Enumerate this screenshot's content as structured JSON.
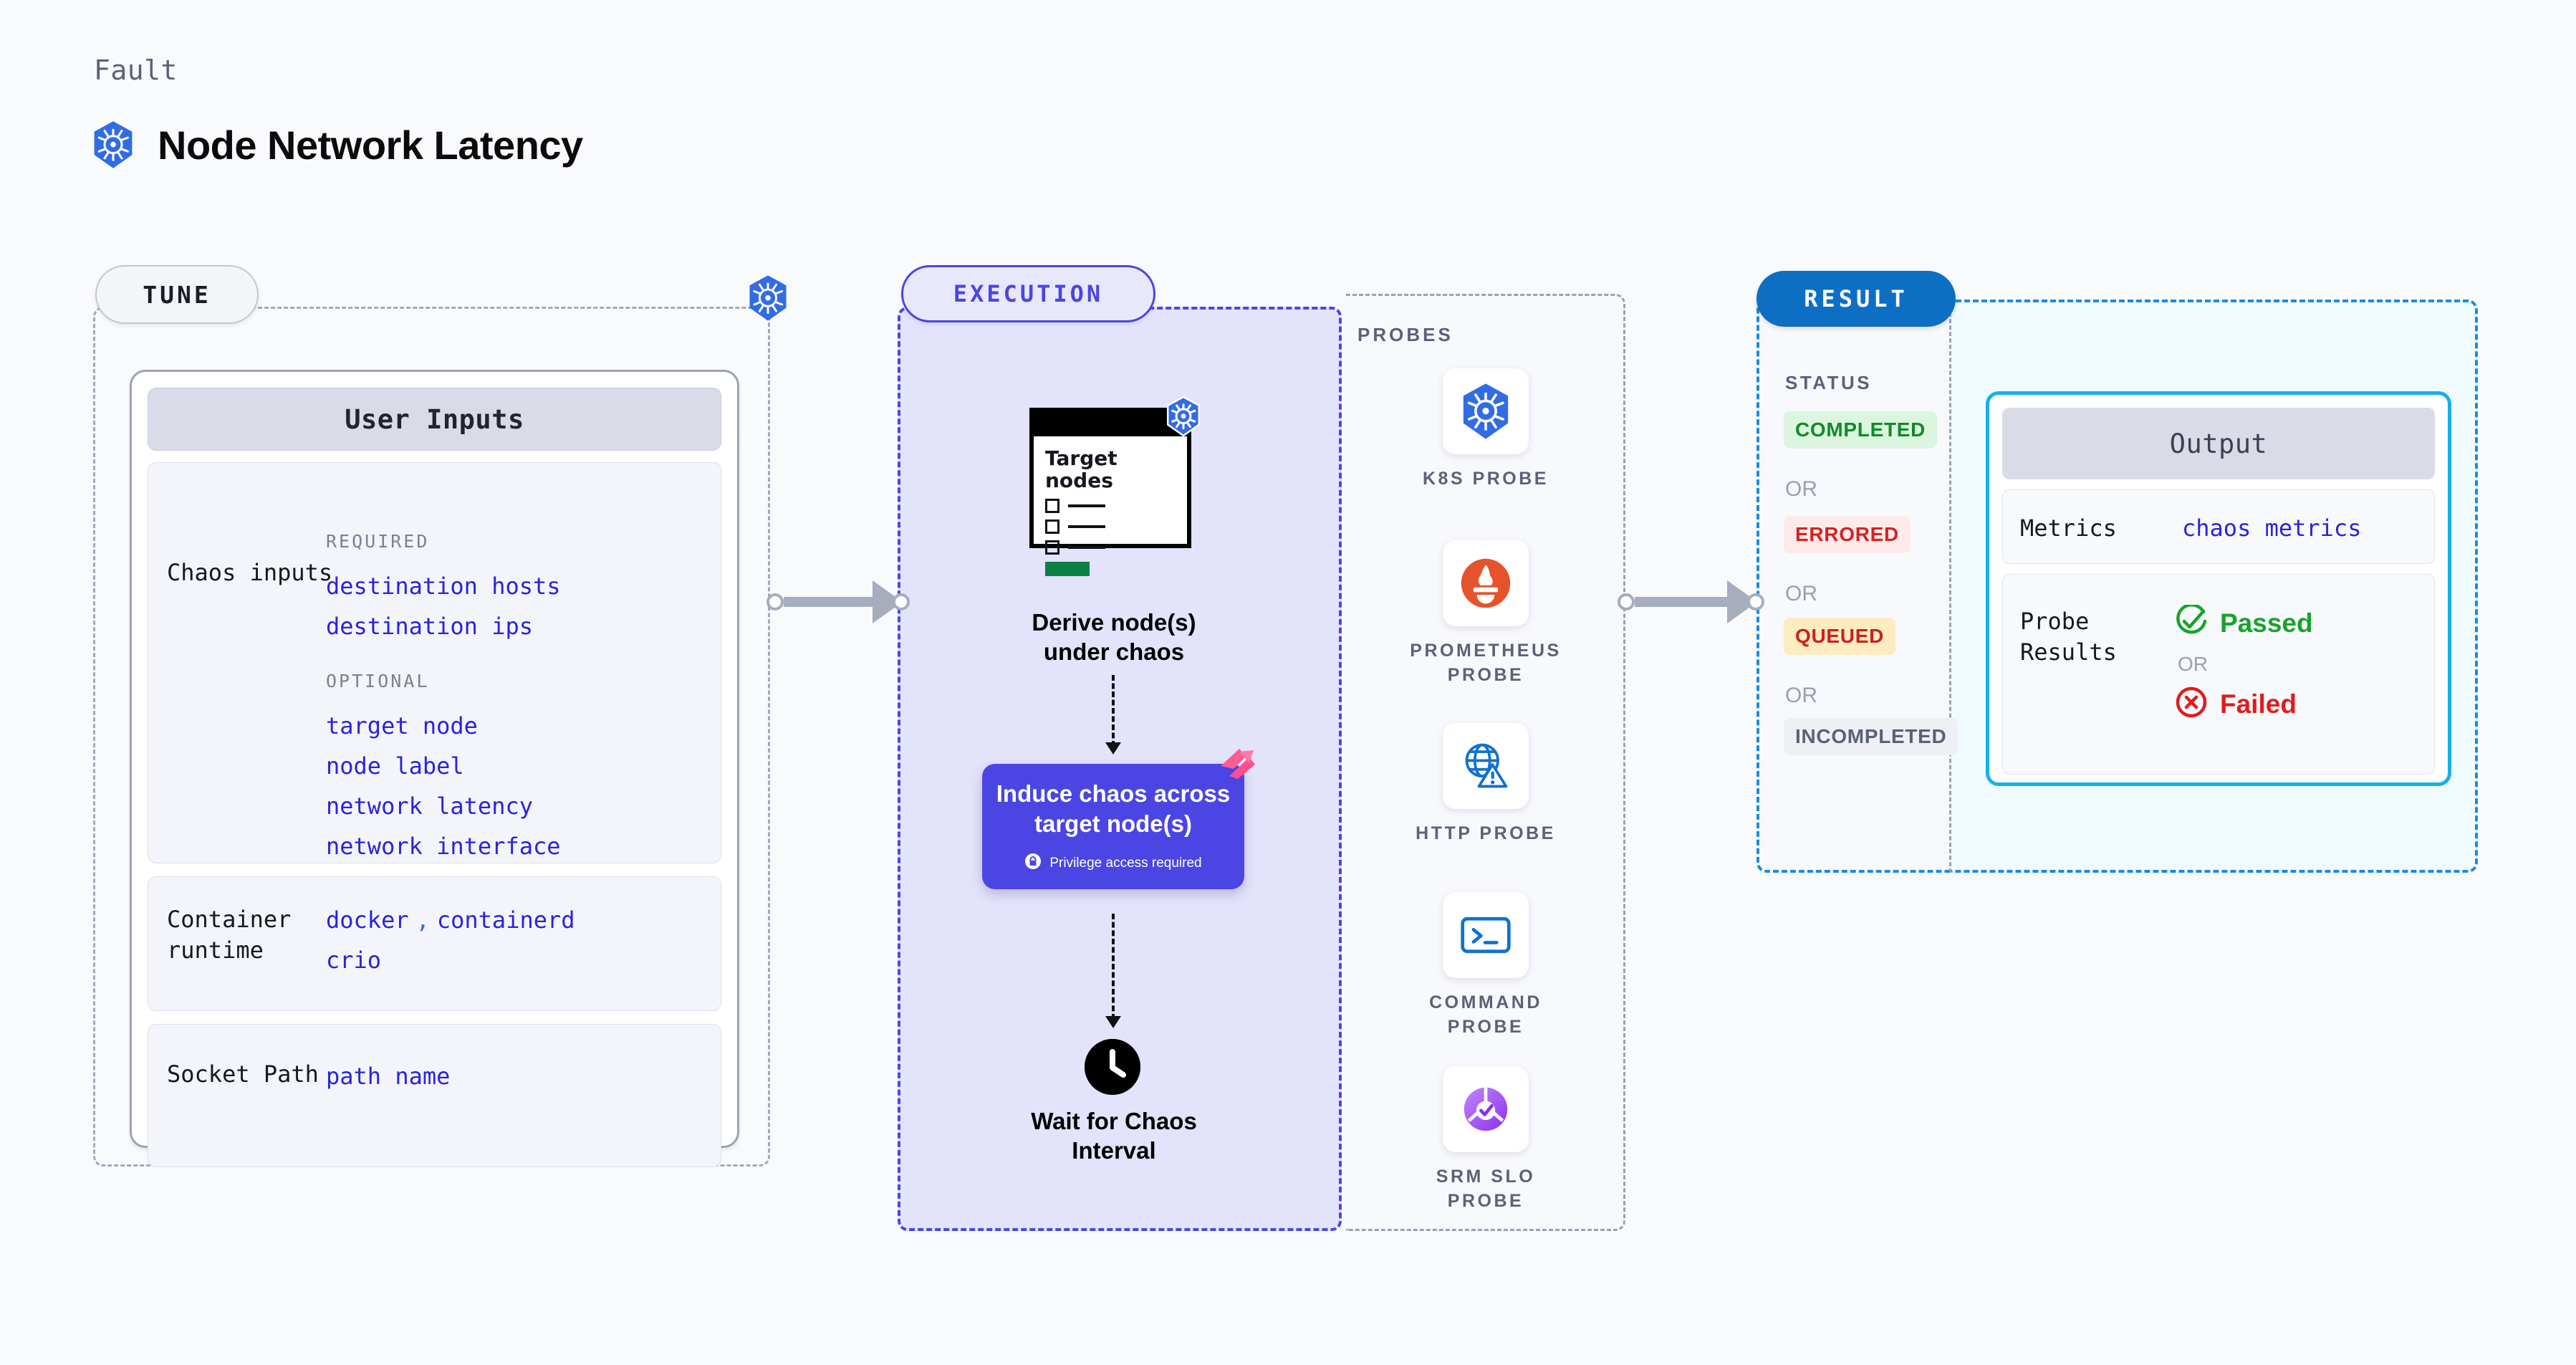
{
  "header": {
    "eyebrow": "Fault",
    "title": "Node Network Latency",
    "icon": "kubernetes-icon"
  },
  "tune": {
    "pill_label": "TUNE",
    "badge_icon": "kubernetes-icon",
    "card_title": "User Inputs",
    "chaos_inputs": {
      "label": "Chaos inputs",
      "required_kicker": "REQUIRED",
      "required": [
        "destination hosts",
        "destination ips"
      ],
      "optional_kicker": "OPTIONAL",
      "optional": [
        "target node",
        "node label",
        "network latency",
        "network interface"
      ]
    },
    "container_runtime": {
      "label": "Container\nruntime",
      "values_line1": "docker",
      "separator": ",",
      "values_line1b": "containerd",
      "values_line2": "crio"
    },
    "socket_path": {
      "label": "Socket Path",
      "value": "path name"
    }
  },
  "execution": {
    "pill_label": "EXECUTION",
    "doc_title": "Target\nnodes",
    "doc_badge_icon": "kubernetes-icon",
    "step1_caption": "Derive node(s)\nunder chaos",
    "chaos_box": {
      "title": "Induce chaos across\ntarget node(s)",
      "privilege_note": "Privilege access required",
      "privilege_icon": "lock-icon",
      "corner_icon": "litmus-icon",
      "color": "#4b45e4"
    },
    "step3_caption": "Wait for Chaos\nInterval",
    "clock_icon": "clock-icon"
  },
  "probes": {
    "title": "PROBES",
    "items": [
      {
        "label": "K8S PROBE",
        "icon": "kubernetes-icon"
      },
      {
        "label": "PROMETHEUS\nPROBE",
        "icon": "prometheus-icon"
      },
      {
        "label": "HTTP PROBE",
        "icon": "globe-warning-icon"
      },
      {
        "label": "COMMAND\nPROBE",
        "icon": "terminal-icon"
      },
      {
        "label": "SRM SLO\nPROBE",
        "icon": "srm-slo-icon"
      }
    ]
  },
  "result": {
    "pill_label": "RESULT",
    "status_head": "STATUS",
    "statuses": [
      {
        "label": "COMPLETED",
        "fg": "#128a28",
        "bg": "#dcf5df"
      },
      {
        "label": "ERRORED",
        "fg": "#d62222",
        "bg": "#fdeaea"
      },
      {
        "label": "QUEUED",
        "fg": "#cc2020",
        "bg": "#fdecbf"
      },
      {
        "label": "INCOMPLETED",
        "fg": "#5b6178",
        "bg": "#eef0f5"
      }
    ],
    "or_label": "OR",
    "output": {
      "title": "Output",
      "metrics_label": "Metrics",
      "metrics_value": "chaos metrics",
      "probe_results_label": "Probe\nResults",
      "passed_label": "Passed",
      "passed_icon": "check-circle-icon",
      "failed_label": "Failed",
      "failed_icon": "x-circle-icon",
      "or_label": "OR"
    }
  },
  "colors": {
    "accent_purple": "#4b45e4",
    "accent_blue": "#0d6fc4",
    "accent_cyan": "#16b0ec",
    "link_blue": "#2a22e0",
    "k8s_blue": "#326ce5"
  }
}
